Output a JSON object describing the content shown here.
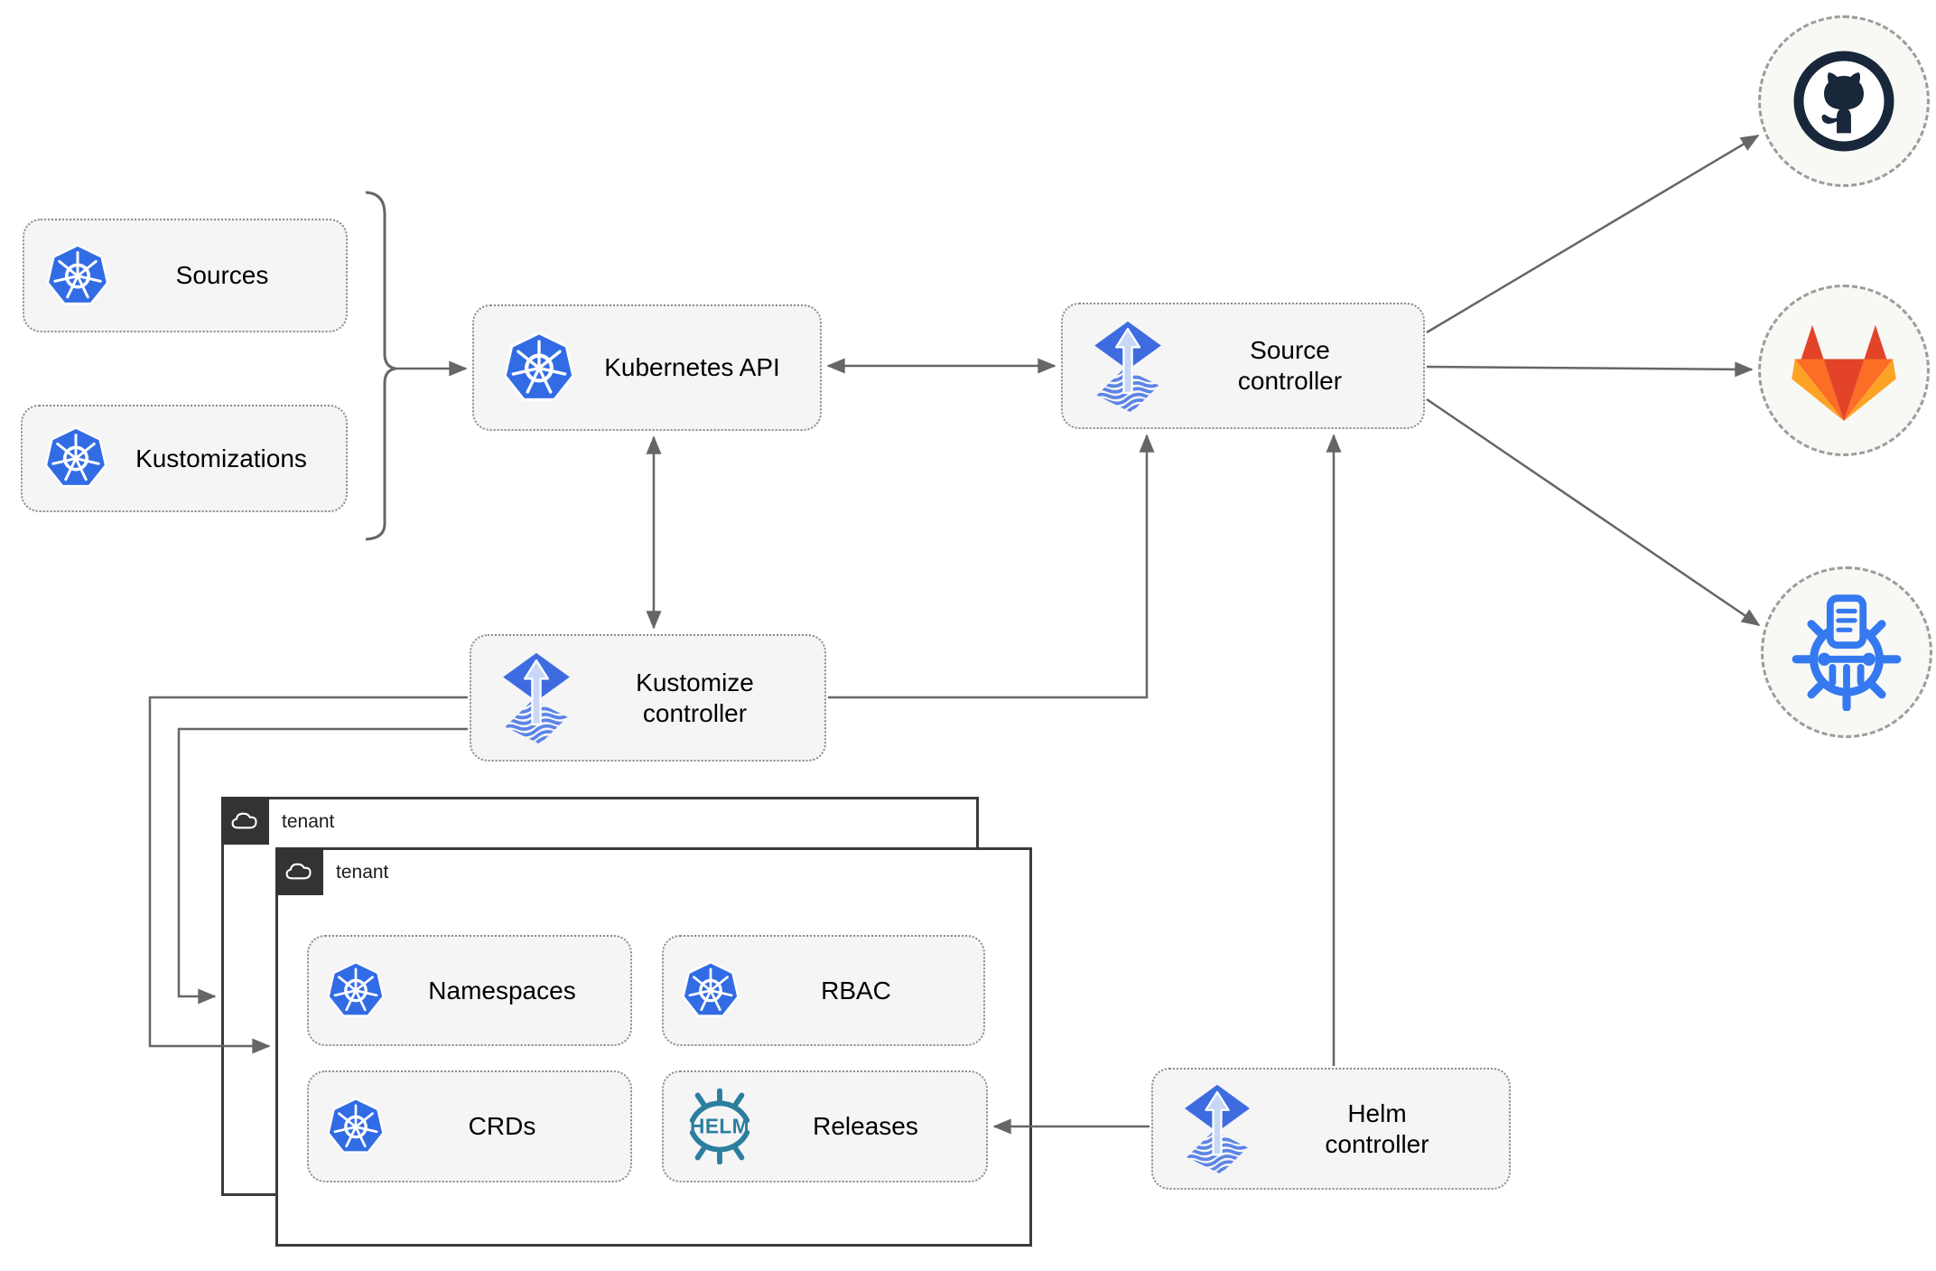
{
  "nodes": {
    "sources": {
      "label": "Sources",
      "icon": "kubernetes-icon"
    },
    "kustomizations": {
      "label": "Kustomizations",
      "icon": "kubernetes-icon"
    },
    "kubernetes_api": {
      "label": "Kubernetes API",
      "icon": "kubernetes-icon"
    },
    "source_controller": {
      "line1": "Source",
      "line2": "controller",
      "icon": "flux-icon"
    },
    "kustomize_controller": {
      "line1": "Kustomize",
      "line2": "controller",
      "icon": "flux-icon"
    },
    "helm_controller": {
      "line1": "Helm",
      "line2": "controller",
      "icon": "flux-icon"
    },
    "namespaces": {
      "label": "Namespaces",
      "icon": "kubernetes-icon"
    },
    "rbac": {
      "label": "RBAC",
      "icon": "kubernetes-icon"
    },
    "crds": {
      "label": "CRDs",
      "icon": "kubernetes-icon"
    },
    "releases": {
      "label": "Releases",
      "icon": "helm-icon"
    }
  },
  "tenants": {
    "back": {
      "label": "tenant"
    },
    "front": {
      "label": "tenant"
    }
  },
  "external": {
    "github": {
      "icon": "github-icon"
    },
    "gitlab": {
      "icon": "gitlab-icon"
    },
    "chartmuseum": {
      "icon": "chartmuseum-icon"
    }
  },
  "icons": {
    "helm_text": "HELM"
  },
  "colors": {
    "line": "#666666",
    "node_fill": "#f5f5f5",
    "node_border": "#8c8c8c",
    "tenant_border": "#3b3b3b",
    "tenant_tab_bg": "#333333",
    "kubernetes_blue": "#326ce5",
    "flux_blue": "#3e6ce0",
    "flux_stripe": "#5b84e8",
    "flux_arrow": "#c9d7f6",
    "helm_teal": "#2c7e9e",
    "github_navy": "#18273a",
    "gitlab_red": "#e24329",
    "gitlab_orange": "#fc6d26",
    "gitlab_amber": "#fca326",
    "chartmuseum_blue": "#3579f0"
  }
}
